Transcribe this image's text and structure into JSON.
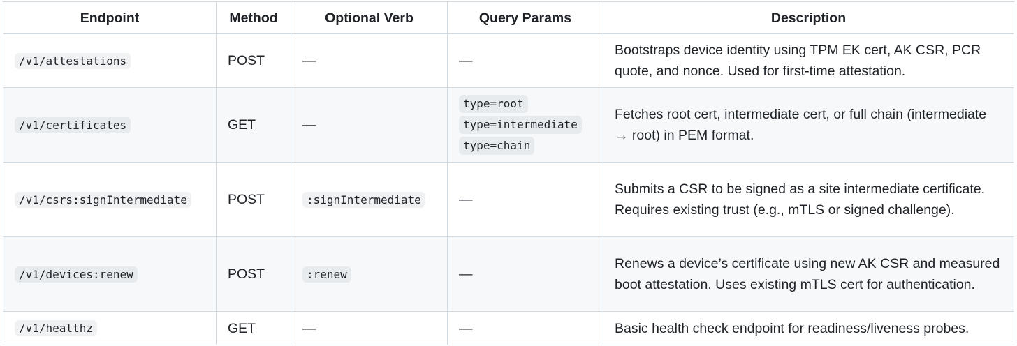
{
  "headers": {
    "endpoint": "Endpoint",
    "method": "Method",
    "optional_verb": "Optional Verb",
    "query_params": "Query Params",
    "description": "Description"
  },
  "rows": [
    {
      "endpoint": "/v1/attestations",
      "method": "POST",
      "optional_verb": "—",
      "query_params": "—",
      "description": "Bootstraps device identity using TPM EK cert, AK CSR, PCR quote, and nonce. Used for first-time attestation."
    },
    {
      "endpoint": "/v1/certificates",
      "method": "GET",
      "optional_verb": "—",
      "query_params": [
        "type=root",
        "type=intermediate",
        "type=chain"
      ],
      "description": "Fetches root cert, intermediate cert, or full chain (intermediate → root) in PEM format."
    },
    {
      "endpoint": "/v1/csrs:signIntermediate",
      "method": "POST",
      "optional_verb": ":signIntermediate",
      "query_params": "—",
      "description": "Submits a CSR to be signed as a site intermediate certificate. Requires existing trust (e.g., mTLS or signed challenge)."
    },
    {
      "endpoint": "/v1/devices:renew",
      "method": "POST",
      "optional_verb": ":renew",
      "query_params": "—",
      "description": "Renews a device’s certificate using new AK CSR and measured boot attestation. Uses existing mTLS cert for authentication."
    },
    {
      "endpoint": "/v1/healthz",
      "method": "GET",
      "optional_verb": "—",
      "query_params": "—",
      "description": "Basic health check endpoint for readiness/liveness probes."
    }
  ]
}
